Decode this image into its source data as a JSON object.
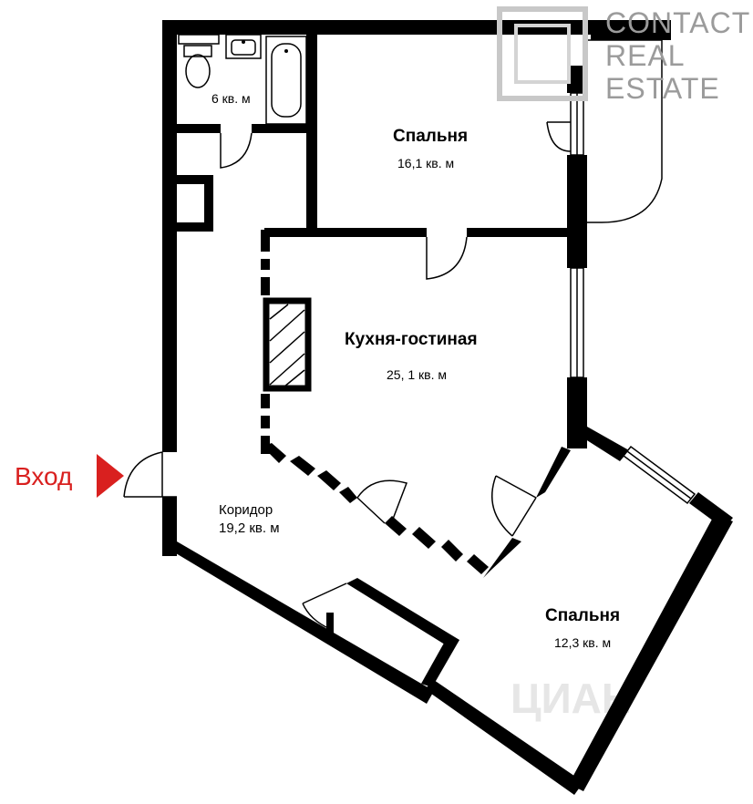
{
  "watermark": {
    "line1": "CONTACT",
    "line2": "REAL",
    "line3": "ESTATE",
    "color": "#9b9b9b"
  },
  "background_mark": "ЦИАН",
  "entrance": {
    "label": "Вход",
    "color": "#d9201f"
  },
  "rooms": {
    "bathroom": {
      "area": "6 кв. м"
    },
    "bedroom_top": {
      "name": "Спальня",
      "area": "16,1 кв. м"
    },
    "kitchen_living": {
      "name": "Кухня-гостиная",
      "area": "25, 1 кв. м"
    },
    "corridor": {
      "name": "Коридор",
      "area": "19,2 кв. м"
    },
    "bedroom_bottom": {
      "name": "Спальня",
      "area": "12,3 кв. м"
    }
  }
}
